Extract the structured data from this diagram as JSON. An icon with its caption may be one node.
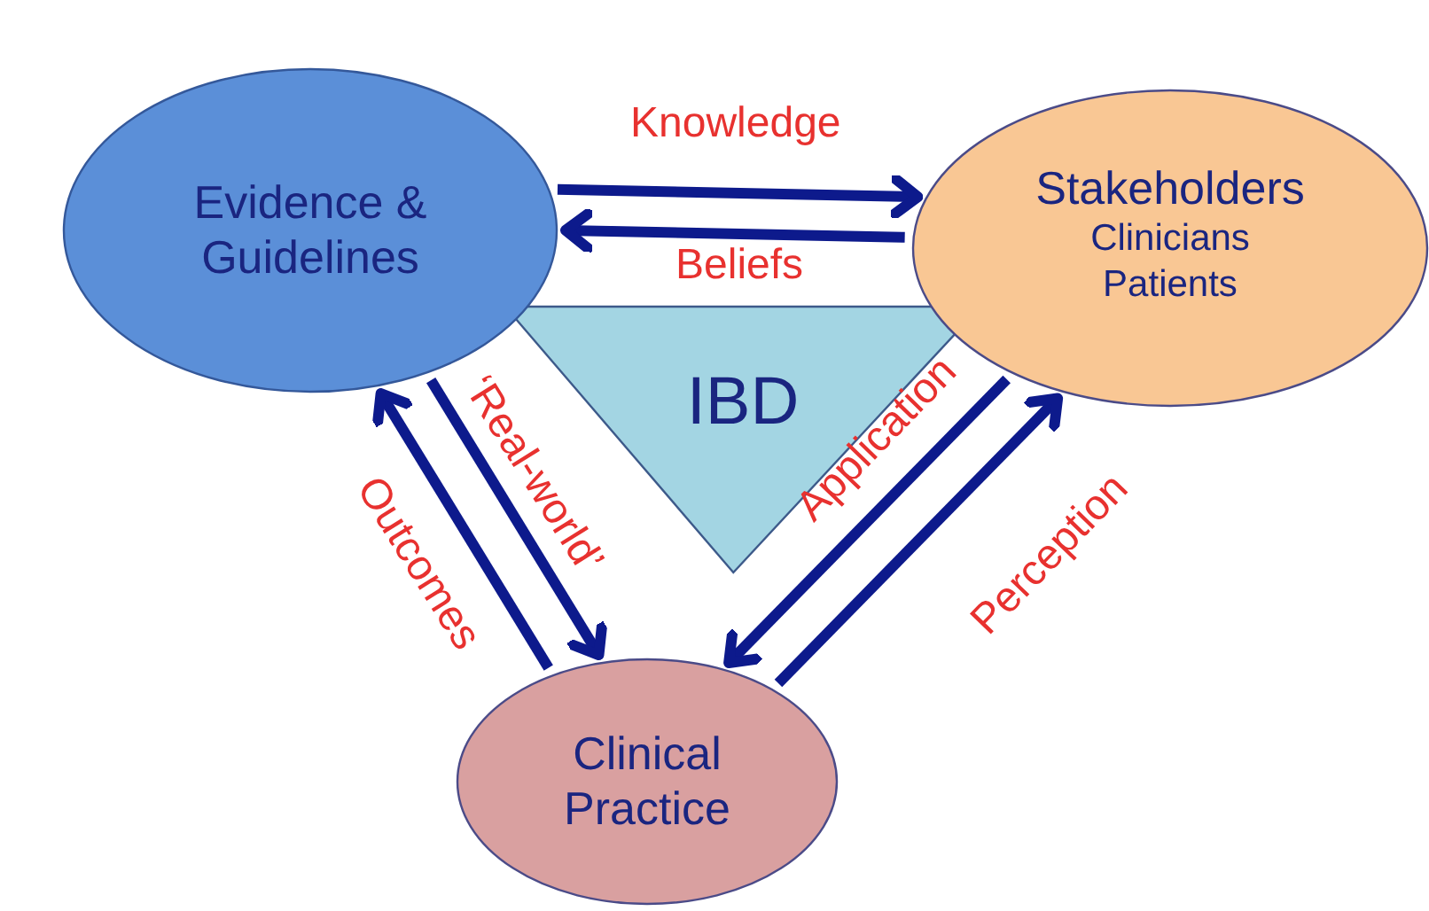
{
  "diagram": {
    "nodes": [
      {
        "text": [
          "Evidence & Guidelines"
        ]
      },
      {
        "text": [
          "Stakeholders",
          "Clinicians",
          "Patients"
        ]
      },
      {
        "text": [
          "IBD"
        ]
      },
      {
        "text": [
          "Clinical Practice"
        ]
      }
    ],
    "edges": [
      {
        "from": 0,
        "to": 1,
        "arrow": "to",
        "label": "Knowledge"
      },
      {
        "from": 1,
        "to": 0,
        "arrow": "to",
        "label": "Beliefs"
      },
      {
        "from": 0,
        "to": 3,
        "arrow": "to",
        "label": "‘Real-world’"
      },
      {
        "from": 3,
        "to": 0,
        "arrow": "to",
        "label": "Outcomes"
      },
      {
        "from": 1,
        "to": 3,
        "arrow": "to",
        "label": "Application"
      },
      {
        "from": 3,
        "to": 1,
        "arrow": "to",
        "label": "Perception"
      }
    ]
  }
}
